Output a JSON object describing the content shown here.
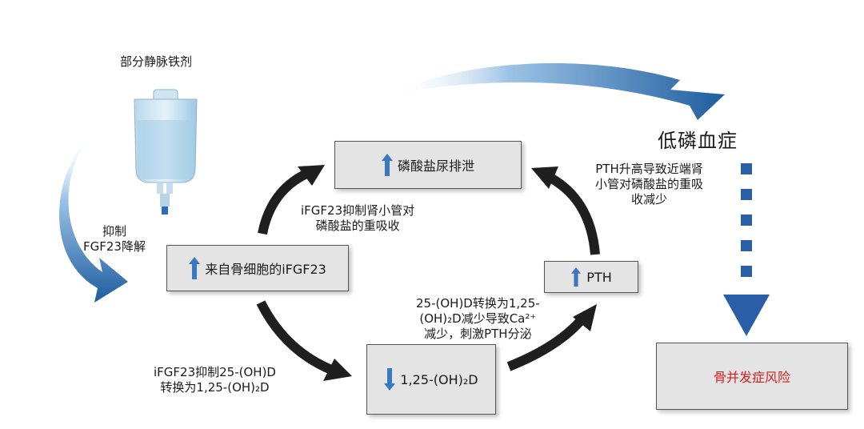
{
  "iv_label": "部分静脉铁剂",
  "inhibit_label": [
    "抑制",
    "FGF23降解"
  ],
  "boxes": {
    "phosphate_excretion": "磷酸盐尿排泄",
    "osteocyte_fgf23": "来自骨细胞的iFGF23",
    "calcitriol": "1,25-(OH)₂D",
    "pth": "PTH",
    "risk": "骨并发症风险"
  },
  "notes": {
    "fgf23_tubule": [
      "iFGF23抑制肾小管对",
      "磷酸盐的重吸收"
    ],
    "fgf23_conversion": [
      "iFGF23抑制25-(OH)D",
      "转换为1,25-(OH)₂D"
    ],
    "calcitriol_pth": [
      "25-(OH)D转换为1,25-",
      "(OH)₂D减少导致Ca²⁺",
      "减少，刺激PTH分泌"
    ],
    "pth_kidney": [
      "PTH升高导致近端肾",
      "小管对磷酸盐的重吸",
      "收减少"
    ]
  },
  "outcome_title": "低磷血症",
  "colors": {
    "arrow_up": "#3a78c0",
    "arrow_dark": "#1f1f1f",
    "swoosh": "#2a66a8",
    "dashed": "#2a5fa8",
    "risk_text": "#d02020"
  }
}
